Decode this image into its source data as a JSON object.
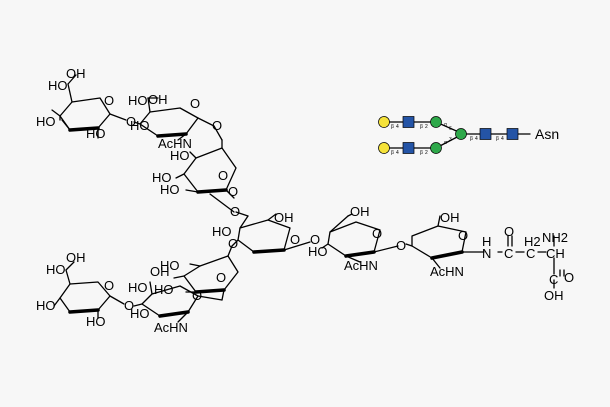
{
  "symbol_legend": {
    "terminal": "Asn",
    "linkages": [
      "β",
      "4",
      "β",
      "2",
      "α",
      "6",
      "α",
      "3",
      "β",
      "4",
      "β",
      "4",
      "β",
      "4",
      "β",
      "2"
    ],
    "colors": {
      "galactose": "#f5e23a",
      "glcnac": "#2454a6",
      "mannose": "#2ea84a"
    }
  },
  "structure": {
    "groups": {
      "oh": "OH",
      "ho": "HO",
      "achn": "AcHN",
      "nh": "NH",
      "nh2": "NH2",
      "h2": "H2",
      "h": "H",
      "o": "O",
      "n": "N",
      "c": "C",
      "ch": "CH"
    }
  }
}
